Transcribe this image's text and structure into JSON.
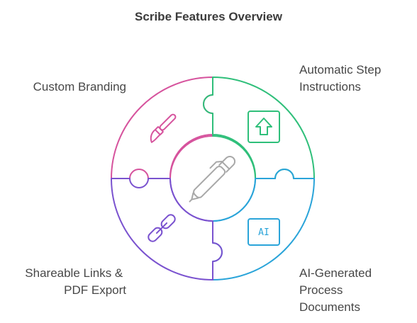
{
  "title": "Scribe Features Overview",
  "features": [
    {
      "id": "custom-branding",
      "lines": [
        "Custom Branding"
      ],
      "icon": "paintbrush-icon",
      "color": "#d6539d"
    },
    {
      "id": "automatic-step-instructions",
      "lines": [
        "Automatic Step",
        "Instructions"
      ],
      "icon": "upload-arrow-icon",
      "color": "#2fbf7a"
    },
    {
      "id": "ai-generated-process-documents",
      "lines": [
        "AI-Generated",
        "Process",
        "Documents"
      ],
      "icon": "ai-badge-icon",
      "icon_text": "AI",
      "color": "#2aa4d9"
    },
    {
      "id": "shareable-links-pdf-export",
      "lines": [
        "Shareable Links &",
        "PDF Export"
      ],
      "icon": "link-icon",
      "color": "#7a52cf"
    }
  ],
  "center": {
    "icon": "pen-icon",
    "color": "#9e9e9e"
  }
}
